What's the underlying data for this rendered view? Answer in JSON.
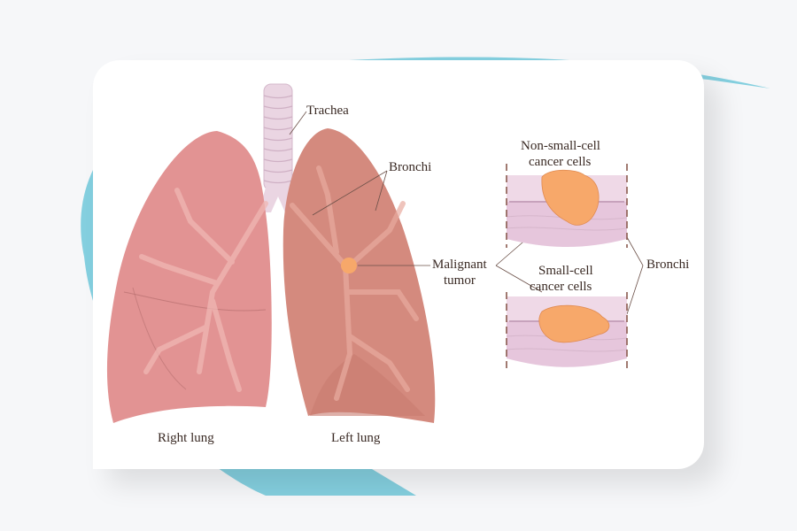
{
  "diagram": {
    "title": "Lung cancer types diagram",
    "labels": {
      "trachea": "Trachea",
      "bronchi_lung": "Bronchi",
      "malignant_tumor_line1": "Malignant",
      "malignant_tumor_line2": "tumor",
      "non_small_cell_line1": "Non-small-cell",
      "non_small_cell_line2": "cancer cells",
      "small_cell_line1": "Small-cell",
      "small_cell_line2": "cancer cells",
      "bronchi_section": "Bronchi",
      "right_lung": "Right lung",
      "left_lung": "Left lung"
    },
    "colors": {
      "background": "#f6f7f9",
      "accent_blob": "#84cfdf",
      "card": "#ffffff",
      "right_lung": "#e29393",
      "left_lung": "#d48a7e",
      "trachea": "#ead5e2",
      "tumor": "#f7a86a",
      "bronchi_tissue": "#e6c6dc",
      "label_text": "#3a2a24"
    }
  }
}
